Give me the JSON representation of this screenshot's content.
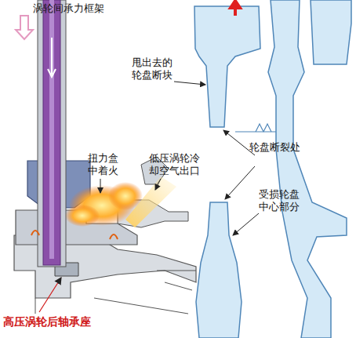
{
  "diagram": {
    "labels": [
      "涡轮间承力框架",
      "甩出去的 轮盘断块",
      "扭力盒 中着火",
      "低压涡轮冷 却空气出口",
      "轮盘断裂处",
      "受损轮盘 中心部分",
      "高压涡轮后轴承座"
    ]
  }
}
